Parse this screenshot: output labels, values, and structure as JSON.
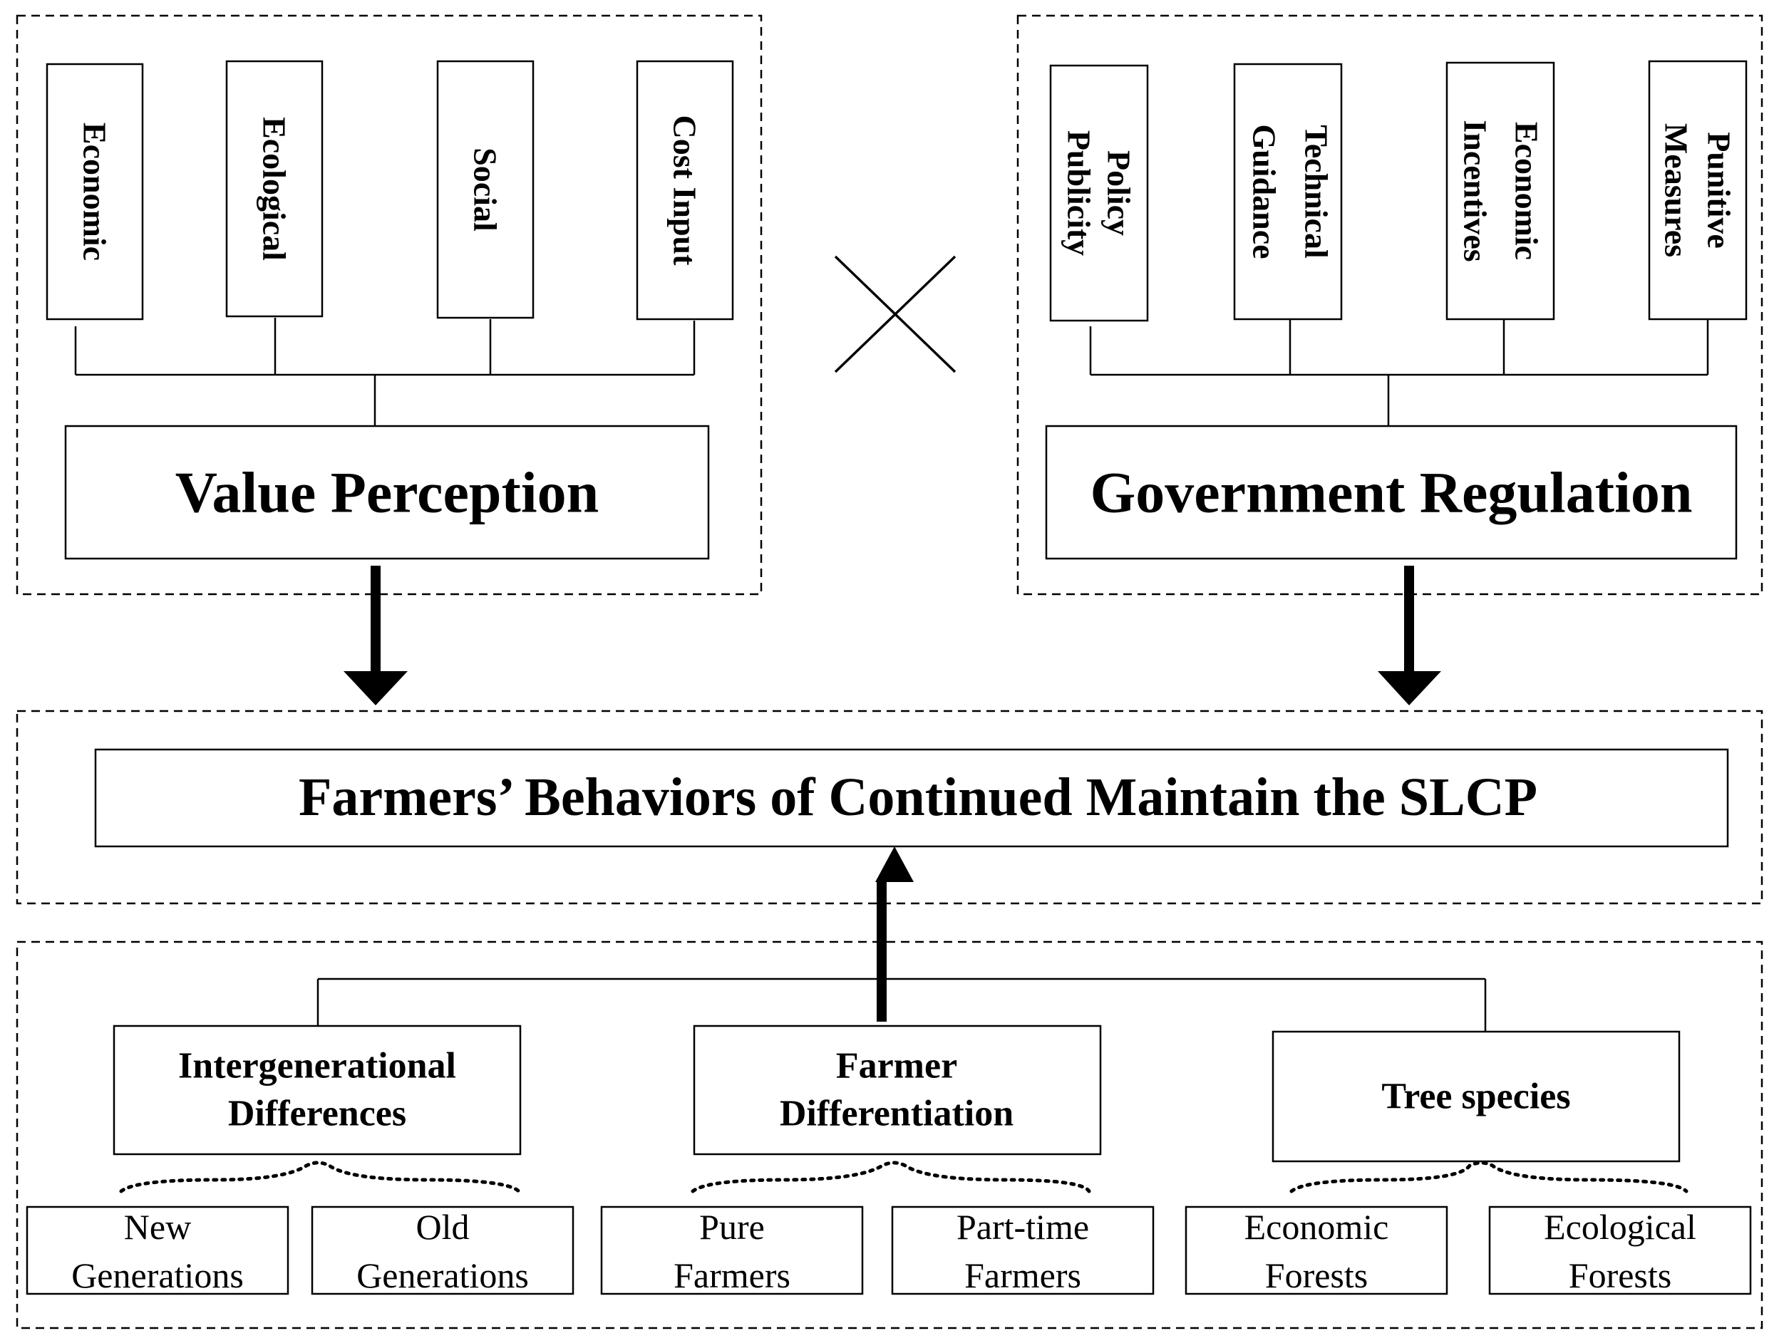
{
  "value_perception": {
    "title": "Value Perception",
    "factors": [
      "Economic",
      "Ecological",
      "Social",
      "Cost Input"
    ]
  },
  "government_regulation": {
    "title": "Government Regulation",
    "factors": [
      [
        "Policy",
        "Publicity"
      ],
      [
        "Technical",
        "Guidance"
      ],
      [
        "Economic",
        "Incentives"
      ],
      [
        "Punitive",
        "Measures"
      ]
    ]
  },
  "outcome": {
    "title": "Farmers’ Behaviors of Continued Maintain the SLCP"
  },
  "heterogeneity": {
    "groups": [
      {
        "title": [
          "Intergenerational",
          "Differences"
        ],
        "items": [
          [
            "New",
            "Generations"
          ],
          [
            "Old",
            "Generations"
          ]
        ]
      },
      {
        "title": [
          "Farmer",
          "Differentiation"
        ],
        "items": [
          [
            "Pure",
            "Farmers"
          ],
          [
            "Part-time",
            "Farmers"
          ]
        ]
      },
      {
        "title": [
          "Tree species"
        ],
        "items": [
          [
            "Economic",
            "Forests"
          ],
          [
            "Ecological",
            "Forests"
          ]
        ]
      }
    ]
  },
  "colors": {
    "stroke": "#000000",
    "background": "#ffffff"
  },
  "icons": {
    "interaction": "multiply-cross-icon"
  }
}
